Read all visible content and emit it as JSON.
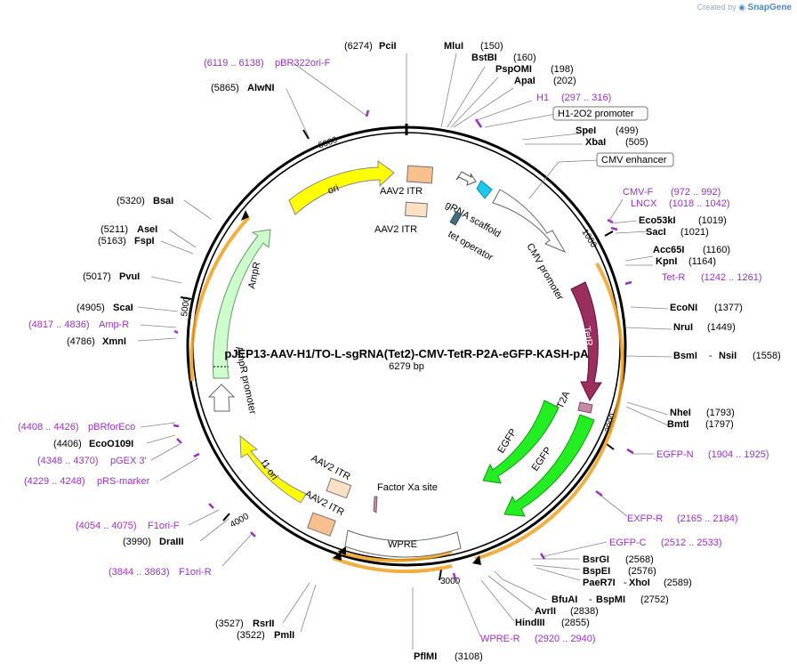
{
  "header": {
    "created_by": "Created by",
    "brand": "SnapGene"
  },
  "plasmid": {
    "name": "pJEP13-AAV-H1/TO-L-sgRNA(Tet2)-CMV-TetR-P2A-eGFP-KASH-pA",
    "length_label": "6279 bp",
    "length": 6279
  },
  "ticks": [
    {
      "label": "1000",
      "pos": 1000
    },
    {
      "label": "2000",
      "pos": 2000
    },
    {
      "label": "3000",
      "pos": 3000
    },
    {
      "label": "4000",
      "pos": 4000
    },
    {
      "label": "5000",
      "pos": 5000
    },
    {
      "label": "6000",
      "pos": 6000
    }
  ],
  "enzymes": [
    {
      "name": "PciI",
      "pos": "(6274)"
    },
    {
      "name": "MluI",
      "pos": "(150)"
    },
    {
      "name": "BstBI",
      "pos": "(160)"
    },
    {
      "name": "PspOMI",
      "pos": "(198)"
    },
    {
      "name": "ApaI",
      "pos": "(202)"
    },
    {
      "name": "SpeI",
      "pos": "(499)"
    },
    {
      "name": "XbaI",
      "pos": "(505)"
    },
    {
      "name": "Eco53kI",
      "pos": "(1019)"
    },
    {
      "name": "SacI",
      "pos": "(1021)"
    },
    {
      "name": "Acc65I",
      "pos": "(1160)"
    },
    {
      "name": "KpnI",
      "pos": "(1164)"
    },
    {
      "name": "EcoNI",
      "pos": "(1377)"
    },
    {
      "name": "NruI",
      "pos": "(1449)"
    },
    {
      "name": "BsmI",
      "name2": "NsiI",
      "sep": "-",
      "pos": "(1558)"
    },
    {
      "name": "NheI",
      "pos": "(1793)"
    },
    {
      "name": "BmtI",
      "pos": "(1797)"
    },
    {
      "name": "BsrGI",
      "pos": "(2568)"
    },
    {
      "name": "BspEI",
      "pos": "(2576)"
    },
    {
      "name": "PaeR7I",
      "name2": "XhoI",
      "sep": "-",
      "pos": "(2589)"
    },
    {
      "name": "BfuAI",
      "name2": "BspMI",
      "sep": "-",
      "pos": "(2752)"
    },
    {
      "name": "AvrII",
      "pos": "(2838)"
    },
    {
      "name": "HindIII",
      "pos": "(2855)"
    },
    {
      "name": "PflMI",
      "pos": "(3108)"
    },
    {
      "name": "PmlI",
      "pos": "(3522)"
    },
    {
      "name": "RsrII",
      "pos": "(3527)"
    },
    {
      "name": "DraIII",
      "pos": "(3990)"
    },
    {
      "name": "EcoO109I",
      "pos": "(4406)"
    },
    {
      "name": "XmnI",
      "pos": "(4786)"
    },
    {
      "name": "ScaI",
      "pos": "(4905)"
    },
    {
      "name": "PvuI",
      "pos": "(5017)"
    },
    {
      "name": "FspI",
      "pos": "(5163)"
    },
    {
      "name": "AseI",
      "pos": "(5211)"
    },
    {
      "name": "BsaI",
      "pos": "(5320)"
    },
    {
      "name": "AlwNI",
      "pos": "(5865)"
    }
  ],
  "primers": [
    {
      "name": "pBR322ori-F",
      "range": "(6119 .. 6138)"
    },
    {
      "name": "H1",
      "range": "(297 .. 316)"
    },
    {
      "name": "CMV-F",
      "range": "(972 .. 992)"
    },
    {
      "name": "LNCX",
      "range": "(1018 .. 1042)"
    },
    {
      "name": "Tet-R",
      "range": "(1242 .. 1261)"
    },
    {
      "name": "EGFP-N",
      "range": "(1904 .. 1925)"
    },
    {
      "name": "EXFP-R",
      "range": "(2165 .. 2184)"
    },
    {
      "name": "EGFP-C",
      "range": "(2512 .. 2533)"
    },
    {
      "name": "WPRE-R",
      "range": "(2920 .. 2940)"
    },
    {
      "name": "F1ori-R",
      "range": "(3844 .. 3863)"
    },
    {
      "name": "F1ori-F",
      "range": "(4054 .. 4075)"
    },
    {
      "name": "pRS-marker",
      "range": "(4229 .. 4248)"
    },
    {
      "name": "pGEX 3'",
      "range": "(4348 .. 4370)"
    },
    {
      "name": "pBRforEco",
      "range": "(4408 .. 4426)"
    },
    {
      "name": "Amp-R",
      "range": "(4817 .. 4836)"
    }
  ],
  "boxed_features": [
    {
      "name": "H1-2O2 promoter"
    },
    {
      "name": "CMV enhancer"
    }
  ],
  "features": {
    "ori": "ori",
    "aav2_itr_top1": "AAV2 ITR",
    "aav2_itr_top2": "AAV2 ITR",
    "grna": "gRNA scaffold",
    "tet_operator": "tet operator",
    "cmv_promoter": "CMV promoter",
    "tetr": "TetR",
    "t2a": "T2A",
    "egfp1": "EGFP",
    "egfp2": "EGFP",
    "factor_xa": "Factor Xa site",
    "wpre": "WPRE",
    "aav2_itr_bot1": "AAV2 ITR",
    "aav2_itr_bot2": "AAV2 ITR",
    "f1_ori": "f1 ori",
    "ampr": "AmpR",
    "ampr_promoter": "AmpR promoter"
  },
  "colors": {
    "ori": "#ffff00",
    "tetr": "#9b2d5f",
    "egfp": "#22ee22",
    "grna": "#1ec8ee",
    "ampr": "#ccffcc",
    "itr_dark": "#f8c08c",
    "itr_light": "#fbe0c4",
    "primer": "#9b30c8",
    "orf_orange": "#f0a020",
    "tet_op": "#3f6e7e",
    "t2a": "#c88aa8"
  }
}
